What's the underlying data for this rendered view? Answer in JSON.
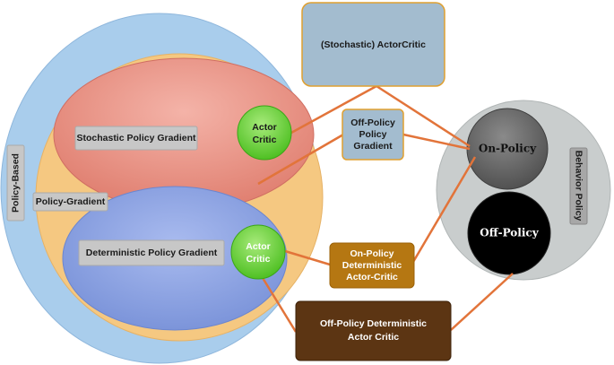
{
  "diagram": {
    "outer_label": "Policy-Based",
    "middle_label": "Policy-Gradient",
    "stochastic_label": "Stochastic Policy Gradient",
    "deterministic_label": "Deterministic Policy Gradient",
    "actor_critic_stochastic": [
      "Actor",
      "Critic"
    ],
    "actor_critic_deterministic": [
      "Actor",
      "Critic"
    ],
    "stochastic_actor_critic": "(Stochastic) ActorCritic",
    "off_policy_pg": [
      "Off-Policy",
      "Policy",
      "Gradient"
    ],
    "on_policy_dac": [
      "On-Policy",
      "Deterministic",
      "Actor-Critic"
    ],
    "off_policy_dac": [
      "Off-Policy Deterministic",
      "Actor Critic"
    ],
    "behavior_policy": "Behavior Policy",
    "on_policy": "On-Policy",
    "off_policy": "Off-Policy"
  },
  "colors": {
    "outer": "#a9cdec",
    "middle": "#f5c881",
    "stochastic": "#e8988a",
    "deterministic": "#8fa5e2",
    "actor_critic": "#7ad14a",
    "connector": "#e2743a",
    "dac_on": "#b57712",
    "dac_off": "#5c3513",
    "behavior": "#c9cdcd",
    "on_policy": "#5f5f5f",
    "off_policy": "#000000"
  }
}
